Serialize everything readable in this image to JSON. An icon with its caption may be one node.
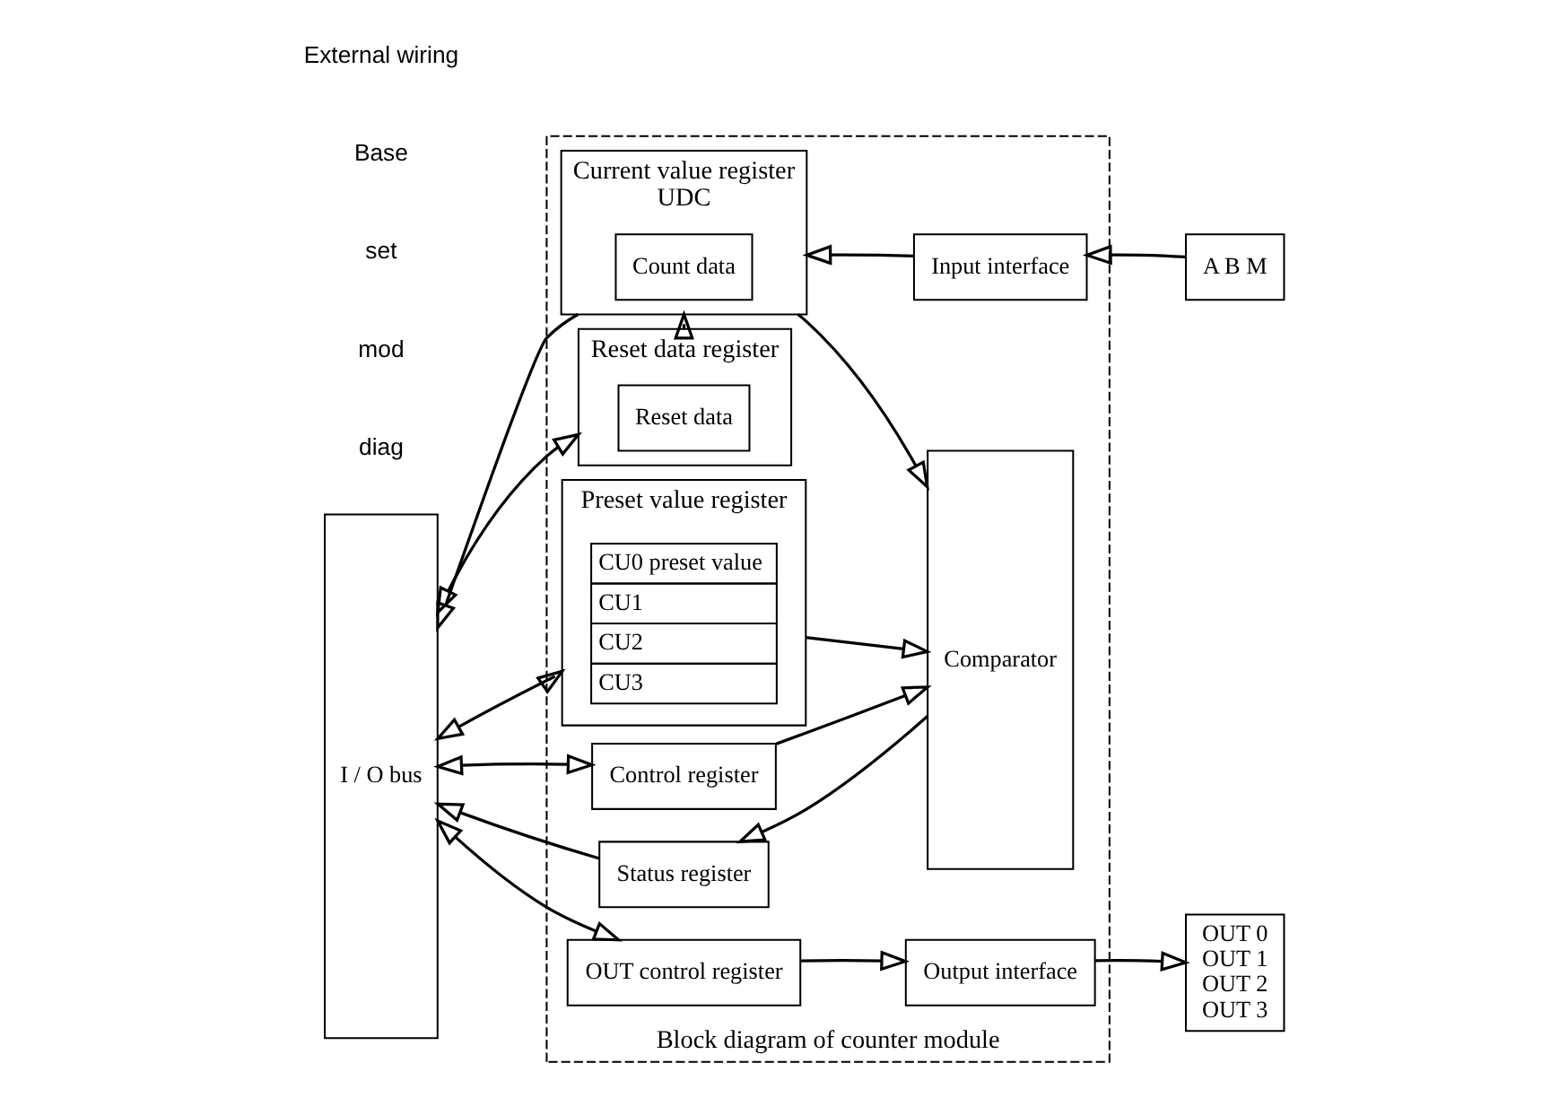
{
  "diagram": {
    "nodes": [
      {
        "text": [
          "I / O bus"
        ]
      },
      {
        "text": [
          "Block diagram of counter module"
        ]
      },
      {
        "text": [
          "Current value register",
          "UDC"
        ],
        "in": 1
      },
      {
        "text": [
          "Count data"
        ],
        "in": 2
      },
      {
        "text": [
          "Reset data register"
        ],
        "in": 1
      },
      {
        "text": [
          "Reset data"
        ],
        "in": 4
      },
      {
        "text": [
          "Preset value register"
        ],
        "in": 1
      },
      {
        "text": [
          "CU0",
          "preset value",
          "CU1",
          "CU2",
          "CU3"
        ],
        "in": 6
      },
      {
        "text": [
          "Control register"
        ],
        "in": 1
      },
      {
        "text": [
          "Status register"
        ],
        "in": 1
      },
      {
        "text": [
          "OUT control register"
        ],
        "in": 1
      },
      {
        "text": [
          "Input interface"
        ],
        "in": 1
      },
      {
        "text": [
          "Comparator"
        ],
        "in": 1
      },
      {
        "text": [
          "Output interface"
        ],
        "in": 1
      },
      {
        "text": [
          "A B M"
        ]
      },
      {
        "text": [
          "OUT 0",
          "OUT 1",
          "OUT 2",
          "OUT 3"
        ]
      }
    ],
    "edges": [
      {
        "from": 2,
        "to": 0,
        "arrow": "to"
      },
      {
        "from": 0,
        "to": 4,
        "arrow": "both"
      },
      {
        "from": 0,
        "to": 6,
        "arrow": "both"
      },
      {
        "from": 0,
        "to": 8,
        "arrow": "both"
      },
      {
        "from": 9,
        "to": 0,
        "arrow": "to"
      },
      {
        "from": 0,
        "to": 10,
        "arrow": "both"
      },
      {
        "from": 14,
        "to": 11,
        "arrow": "to"
      },
      {
        "from": 11,
        "to": 2,
        "arrow": "to"
      },
      {
        "from": 4,
        "to": 2,
        "arrow": "to"
      },
      {
        "from": 2,
        "to": 12,
        "arrow": "to"
      },
      {
        "from": 6,
        "to": 12,
        "arrow": "to"
      },
      {
        "from": 8,
        "to": 12,
        "arrow": "to"
      },
      {
        "from": 12,
        "to": 9,
        "arrow": "to"
      },
      {
        "from": 10,
        "to": 13,
        "arrow": "to"
      },
      {
        "from": 13,
        "to": 15,
        "arrow": "to"
      }
    ],
    "labels": [
      "diag",
      "mod",
      "set",
      "Base",
      "External wiring"
    ]
  }
}
